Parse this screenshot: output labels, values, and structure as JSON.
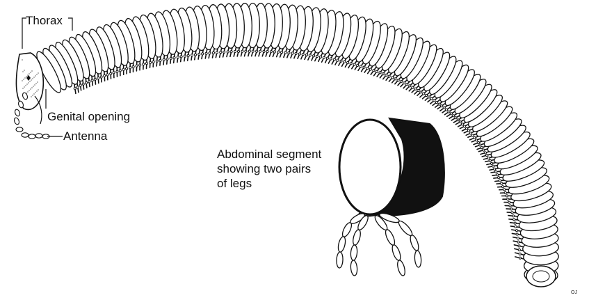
{
  "labels": {
    "thorax": "Thorax",
    "genital_opening": "Genital opening",
    "antenna": "Antenna",
    "segment_line1": "Abdominal segment",
    "segment_line2": "showing two pairs",
    "segment_line3": "of legs"
  },
  "artist_initials": "OJ",
  "colors": {
    "ink": "#111111",
    "background": "#ffffff"
  }
}
